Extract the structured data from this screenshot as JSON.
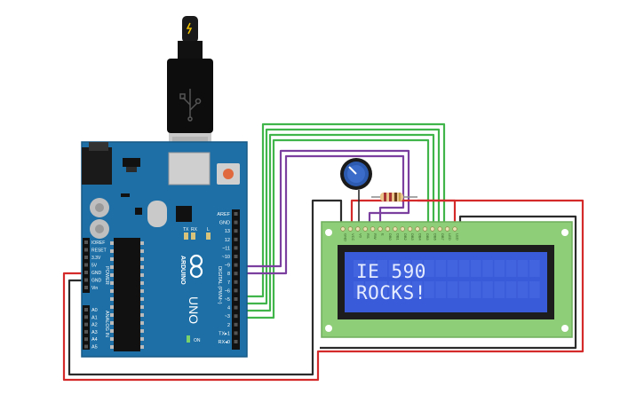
{
  "arduino": {
    "brand": "ARDUINO",
    "model": "UNO",
    "digital_label": "DIGITAL (PWM~)",
    "power_label": "POWER",
    "analog_label": "ANALOG IN",
    "on_label": "ON",
    "led_labels": [
      "TX",
      "RX",
      "L"
    ],
    "power_pins": [
      "IOREF",
      "RESET",
      "3.3V",
      "5V",
      "GND",
      "GND",
      "Vin"
    ],
    "analog_pins": [
      "A0",
      "A1",
      "A2",
      "A3",
      "A4",
      "A5"
    ],
    "digital_pins": [
      "AREF",
      "GND",
      "13",
      "12",
      "~11",
      "~10",
      "~9",
      "8",
      "7",
      "~6",
      "~5",
      "4",
      "~3",
      "2",
      "TX▸1",
      "RX◂0"
    ]
  },
  "lcd": {
    "line1": "IE 590",
    "line2": "ROCKS!",
    "pin_labels": [
      "GND",
      "VCC",
      "V0",
      "RS",
      "RW",
      "E",
      "DB0",
      "DB1",
      "DB2",
      "DB3",
      "DB4",
      "DB5",
      "DB6",
      "DB7",
      "LED",
      "LED"
    ]
  },
  "colors": {
    "board": "#1d6fa5",
    "lcd_pcb": "#8fce79",
    "lcd_screen": "#3a5bd9",
    "lcd_text": "#e6ecff",
    "wire_green": "#3fb54a",
    "wire_purple": "#7b3fa0",
    "wire_red": "#d42a2a",
    "wire_black": "#2b2b2b"
  }
}
